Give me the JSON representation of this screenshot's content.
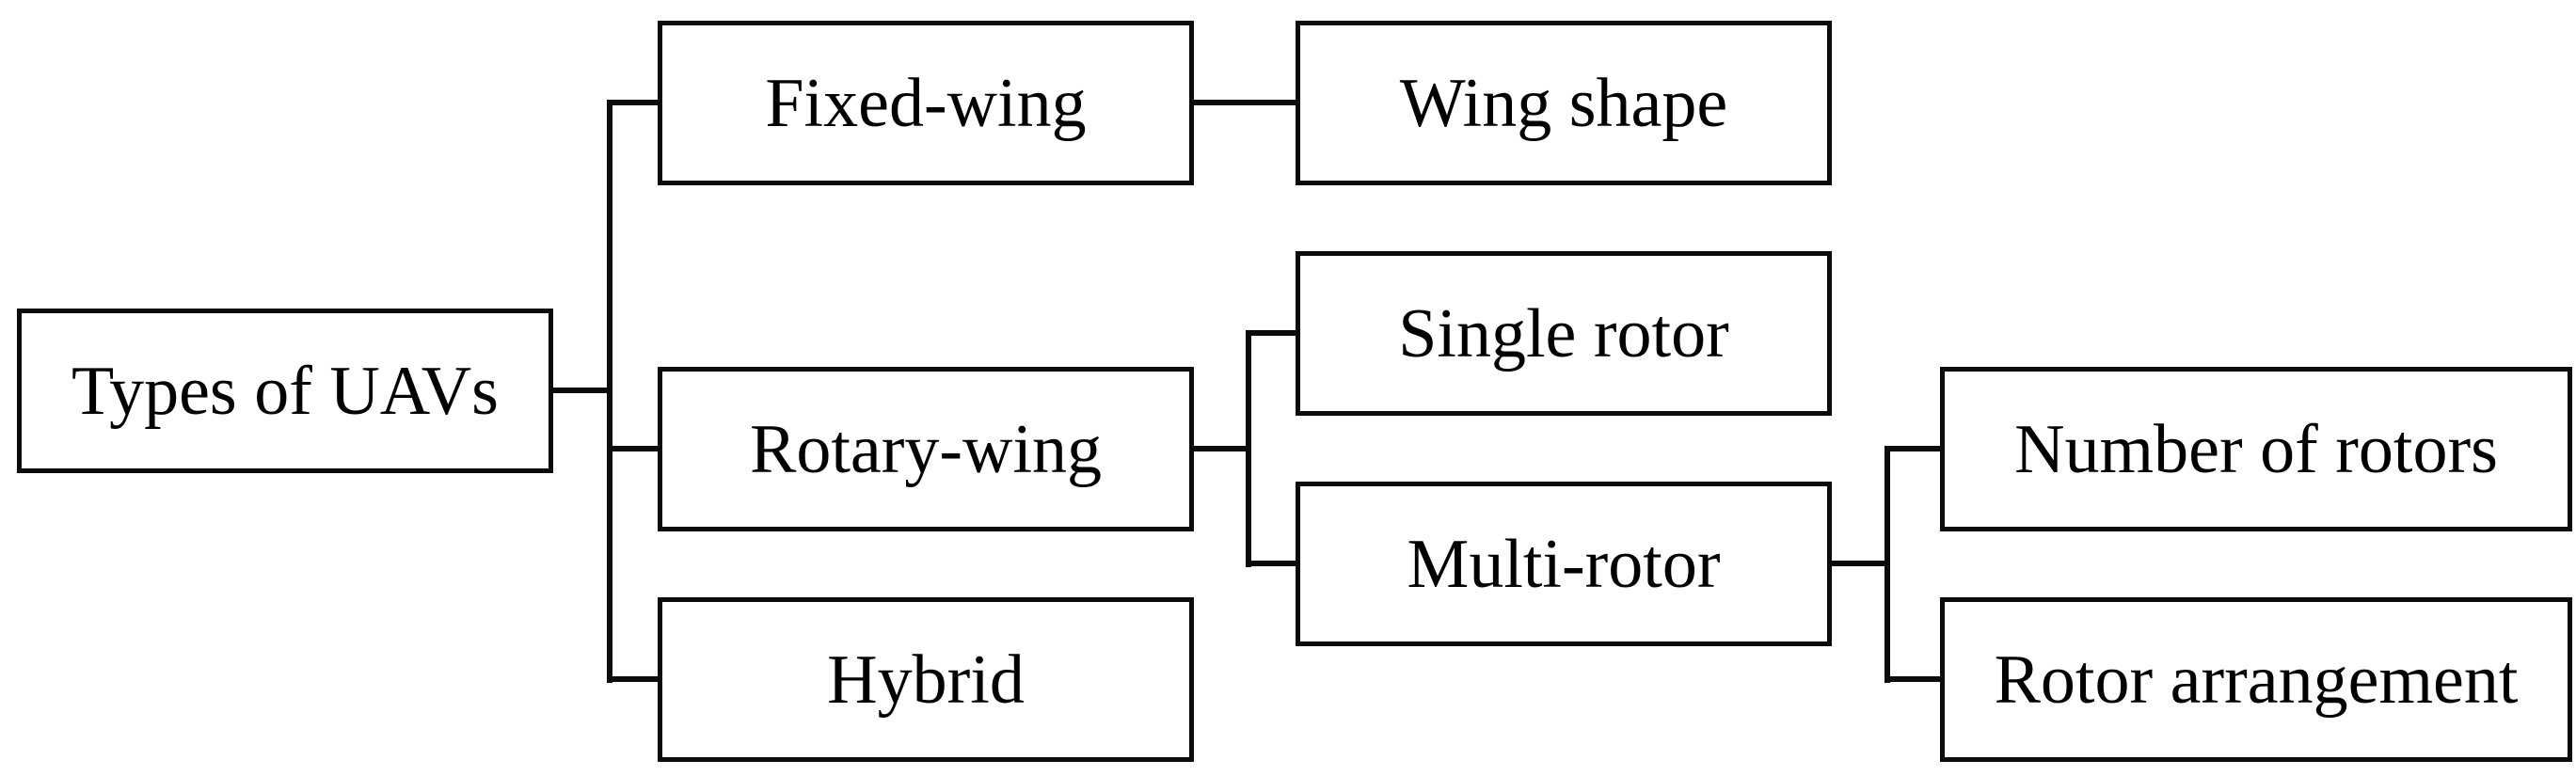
{
  "figure": {
    "background_color": "#ffffff",
    "line_color": "#0b0b0b",
    "text_color": "#000000"
  },
  "nodes": {
    "root": {
      "label": "Types of UAVs"
    },
    "fixed_wing": {
      "label": "Fixed-wing"
    },
    "wing_shape": {
      "label": "Wing shape"
    },
    "rotary_wing": {
      "label": "Rotary-wing"
    },
    "hybrid": {
      "label": "Hybrid"
    },
    "single_rotor": {
      "label": "Single rotor"
    },
    "multi_rotor": {
      "label": "Multi-rotor"
    },
    "number_of_rotors": {
      "label": "Number of rotors"
    },
    "rotor_arrangement": {
      "label": "Rotor arrangement"
    }
  },
  "edges": [
    {
      "from": "Types of UAVs",
      "to": "Fixed-wing"
    },
    {
      "from": "Types of UAVs",
      "to": "Rotary-wing"
    },
    {
      "from": "Types of UAVs",
      "to": "Hybrid"
    },
    {
      "from": "Fixed-wing",
      "to": "Wing shape"
    },
    {
      "from": "Rotary-wing",
      "to": "Single rotor"
    },
    {
      "from": "Rotary-wing",
      "to": "Multi-rotor"
    },
    {
      "from": "Multi-rotor",
      "to": "Number of rotors"
    },
    {
      "from": "Multi-rotor",
      "to": "Rotor arrangement"
    }
  ]
}
